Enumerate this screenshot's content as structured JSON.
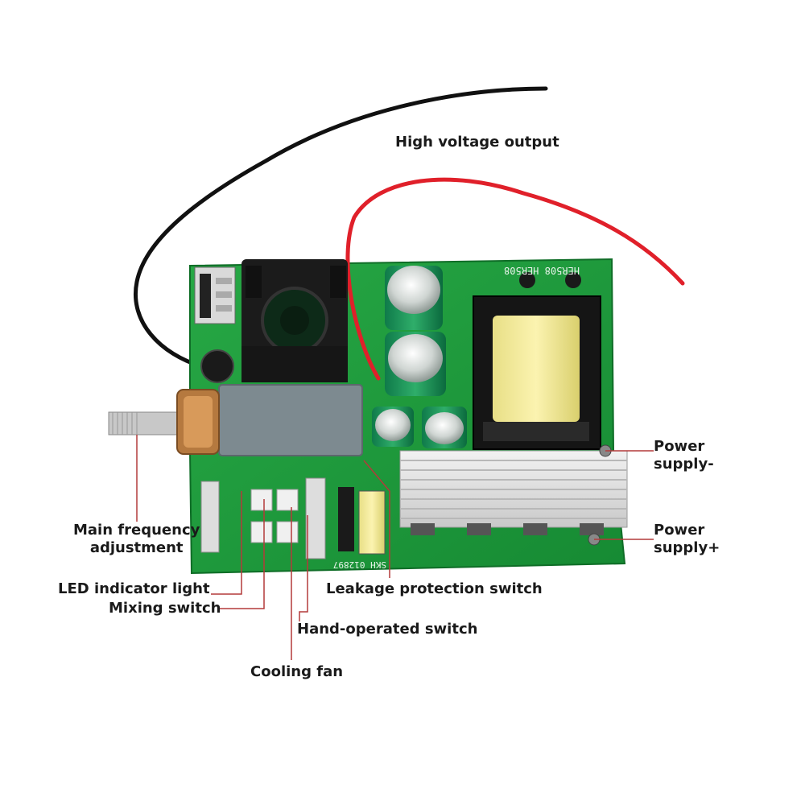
{
  "labels": {
    "high_voltage_output": "High voltage output",
    "power_supply_minus": [
      "Power",
      "supply-"
    ],
    "power_supply_plus": [
      "Power",
      "supply+"
    ],
    "main_frequency_adjustment": [
      "Main frequency",
      "adjustment"
    ],
    "led_indicator_light": "LED indicator light",
    "mixing_switch": "Mixing switch",
    "leakage_protection_switch": "Leakage protection switch",
    "hand_operated_switch": "Hand-operated switch",
    "cooling_fan": "Cooling fan"
  },
  "board_markings": {
    "transformer_code": "HER508 HER508",
    "board_code": "SKH 012897"
  },
  "colors": {
    "pcb": "#1f9a3c",
    "callout_line": "#b33a3a",
    "hv_wire_red": "#e0202a",
    "hv_wire_black": "#111111"
  }
}
